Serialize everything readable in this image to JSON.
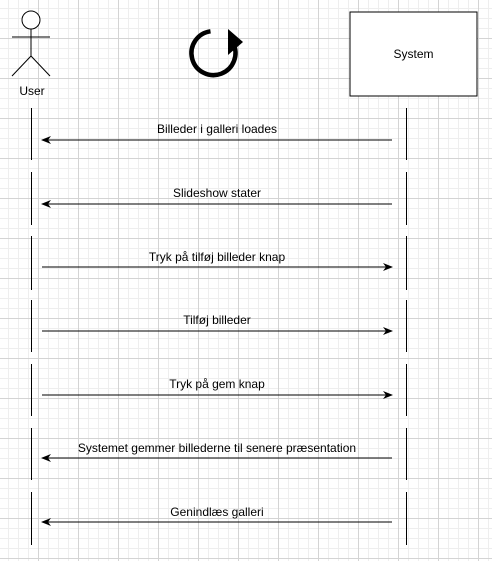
{
  "actor": {
    "label": "User"
  },
  "system": {
    "label": "System"
  },
  "icons": {
    "center": "refresh-icon"
  },
  "messages": [
    {
      "label": "Billeder i galleri loades",
      "direction": "to-user"
    },
    {
      "label": "Slideshow stater",
      "direction": "to-user"
    },
    {
      "label": "Tryk på tilføj billeder knap",
      "direction": "to-system"
    },
    {
      "label": "Tilføj billeder",
      "direction": "to-system"
    },
    {
      "label": "Tryk på gem knap",
      "direction": "to-system"
    },
    {
      "label": "Systemet gemmer billederne til senere præsentation",
      "direction": "to-user"
    },
    {
      "label": "Genindlæs galleri",
      "direction": "to-user"
    }
  ]
}
